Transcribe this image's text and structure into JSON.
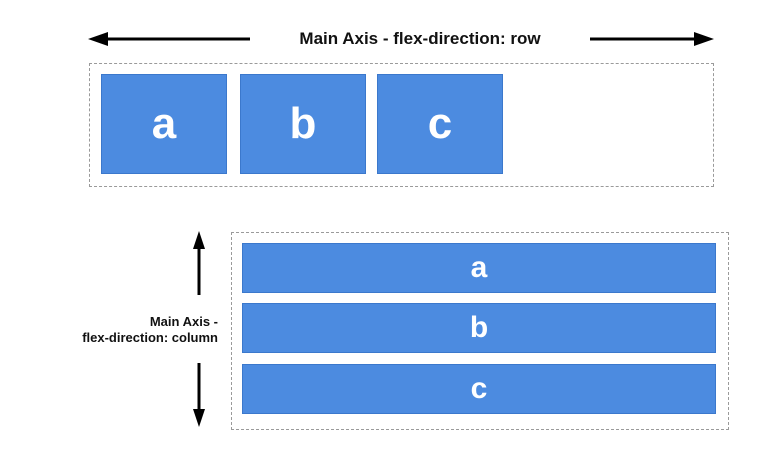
{
  "row_section": {
    "axis_label": "Main Axis - flex-direction: row",
    "items": [
      "a",
      "b",
      "c"
    ]
  },
  "column_section": {
    "axis_label_line1": "Main Axis -",
    "axis_label_line2": "flex-direction: column",
    "items": [
      "a",
      "b",
      "c"
    ]
  },
  "colors": {
    "item_fill": "#4c8be0",
    "item_text": "#ffffff",
    "container_border": "#9a9a9a",
    "arrow": "#000000"
  }
}
